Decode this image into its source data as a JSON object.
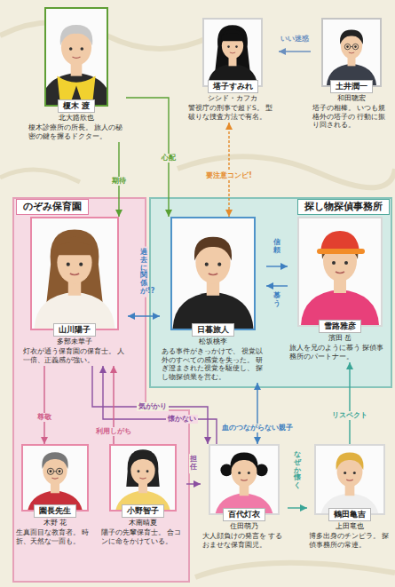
{
  "diagram": {
    "nodes": [
      {
        "text": [
          "榎木 渡",
          "北大路欣也",
          "榎木診療所の所長。 旅人の秘密の鍵を握るドクター。"
        ]
      },
      {
        "text": [
          "塔子すみれ",
          "シシド・カフカ",
          "警視庁の刑事で超ドS。 型破りな捜査方法で有名。"
        ]
      },
      {
        "text": [
          "土井潤一",
          "和田聰宏",
          "塔子の相棒。 いつも規格外の塔子の 行動に振り回される。"
        ]
      },
      {
        "text": [
          "のぞみ保育園"
        ]
      },
      {
        "text": [
          "山川陽子",
          "多部未華子",
          "灯衣が通う保育園の保育士。 人一倍、正義感が強い。"
        ],
        "in": 3
      },
      {
        "text": [
          "探し物探偵事務所"
        ]
      },
      {
        "text": [
          "日暮旅人",
          "松坂桃李",
          "ある事件がきっかけで、 視覚以外のすべての感覚を失った。 研ぎ澄まされた視覚を駆使し、 探し物探偵業を営む。"
        ],
        "in": 5
      },
      {
        "text": [
          "雪路雅彦",
          "濱田 岳",
          "旅人を兄のように慕う 探偵事務所のパートナー。"
        ],
        "in": 5
      },
      {
        "text": [
          "園長先生",
          "木野 花",
          "生真面目な教育者。 時折、天然な一面も。"
        ],
        "in": 3
      },
      {
        "text": [
          "小野智子",
          "木南晴夏",
          "陽子の先輩保育士。 合コンに命をかけている。"
        ],
        "in": 3
      },
      {
        "text": [
          "百代灯衣",
          "住田萌乃",
          "大人顔負けの発言を するおませな保育園児。"
        ]
      },
      {
        "text": [
          "鶴田亀吉",
          "上田竜也",
          "博多出身のチンピラ。 探偵事務所の常連。"
        ]
      }
    ],
    "edges": [
      {
        "from": 2,
        "to": 1,
        "label": "いい迷惑",
        "arrow": "to"
      },
      {
        "from": 0,
        "to": 6,
        "label": "心配",
        "arrow": "to"
      },
      {
        "from": 0,
        "to": 4,
        "label": "期待",
        "arrow": "to"
      },
      {
        "from": 1,
        "to": 6,
        "label": "要注意コンビ!",
        "arrow": "both"
      },
      {
        "from": 4,
        "to": 6,
        "label": "過去に関係が!?",
        "arrow": "both"
      },
      {
        "from": 6,
        "to": 7,
        "label": "信頼",
        "arrow": "to"
      },
      {
        "from": 7,
        "to": 6,
        "label": "慕う",
        "arrow": "to"
      },
      {
        "from": 6,
        "to": 10,
        "label": "血のつながらない親子",
        "arrow": "both"
      },
      {
        "from": 11,
        "to": 7,
        "label": "リスペクト",
        "arrow": "to"
      },
      {
        "from": 10,
        "to": 11,
        "label": "なぜか懐く",
        "arrow": "to"
      },
      {
        "from": 10,
        "to": 4,
        "label": "懐かない",
        "arrow": "to"
      },
      {
        "from": 4,
        "to": 10,
        "label": "気がかり",
        "arrow": "to"
      },
      {
        "from": 9,
        "to": 10,
        "label": "担任",
        "arrow": "to"
      },
      {
        "from": 9,
        "to": 4,
        "label": "利用しがち",
        "arrow": "to"
      },
      {
        "from": 4,
        "to": 8,
        "label": "尊敬",
        "arrow": "to"
      }
    ]
  }
}
